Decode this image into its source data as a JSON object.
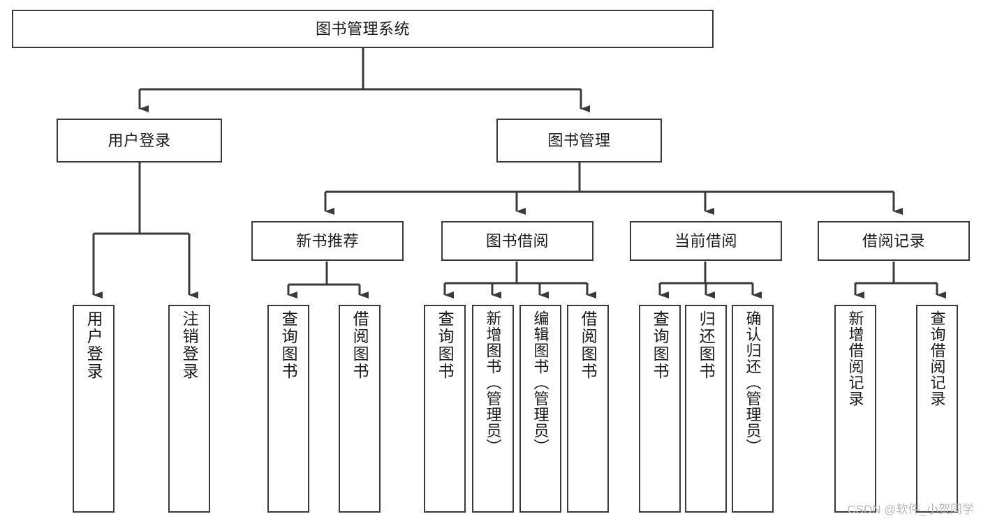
{
  "diagram": {
    "title": "图书管理系统",
    "type": "functional-structure-tree",
    "orientation": "top-down",
    "line_color": "#3a3a3a",
    "box_fill": "#ffffff",
    "text_color": "#1a1a1a",
    "nodes": {
      "root": {
        "label": "图书管理系统"
      },
      "level2": [
        {
          "label": "用户登录"
        },
        {
          "label": "图书管理"
        }
      ],
      "level3": [
        {
          "label": "新书推荐"
        },
        {
          "label": "图书借阅"
        },
        {
          "label": "当前借阅"
        },
        {
          "label": "借阅记录"
        }
      ],
      "leaves": {
        "user_login": [
          {
            "label": "用户登录"
          },
          {
            "label": "注销登录"
          }
        ],
        "new_book_recommend": [
          {
            "label": "查询图书"
          },
          {
            "label": "借阅图书"
          }
        ],
        "book_borrow": [
          {
            "label": "查询图书"
          },
          {
            "label": "新增图书（管理员）"
          },
          {
            "label": "编辑图书（管理员）"
          },
          {
            "label": "借阅图书"
          }
        ],
        "current_borrow": [
          {
            "label": "查询图书"
          },
          {
            "label": "归还图书"
          },
          {
            "label": "确认归还（管理员）"
          }
        ],
        "borrow_record": [
          {
            "label": "新增借阅记录"
          },
          {
            "label": "查询借阅记录"
          }
        ]
      }
    },
    "watermark": "CSDN @软件_小贺同学"
  }
}
